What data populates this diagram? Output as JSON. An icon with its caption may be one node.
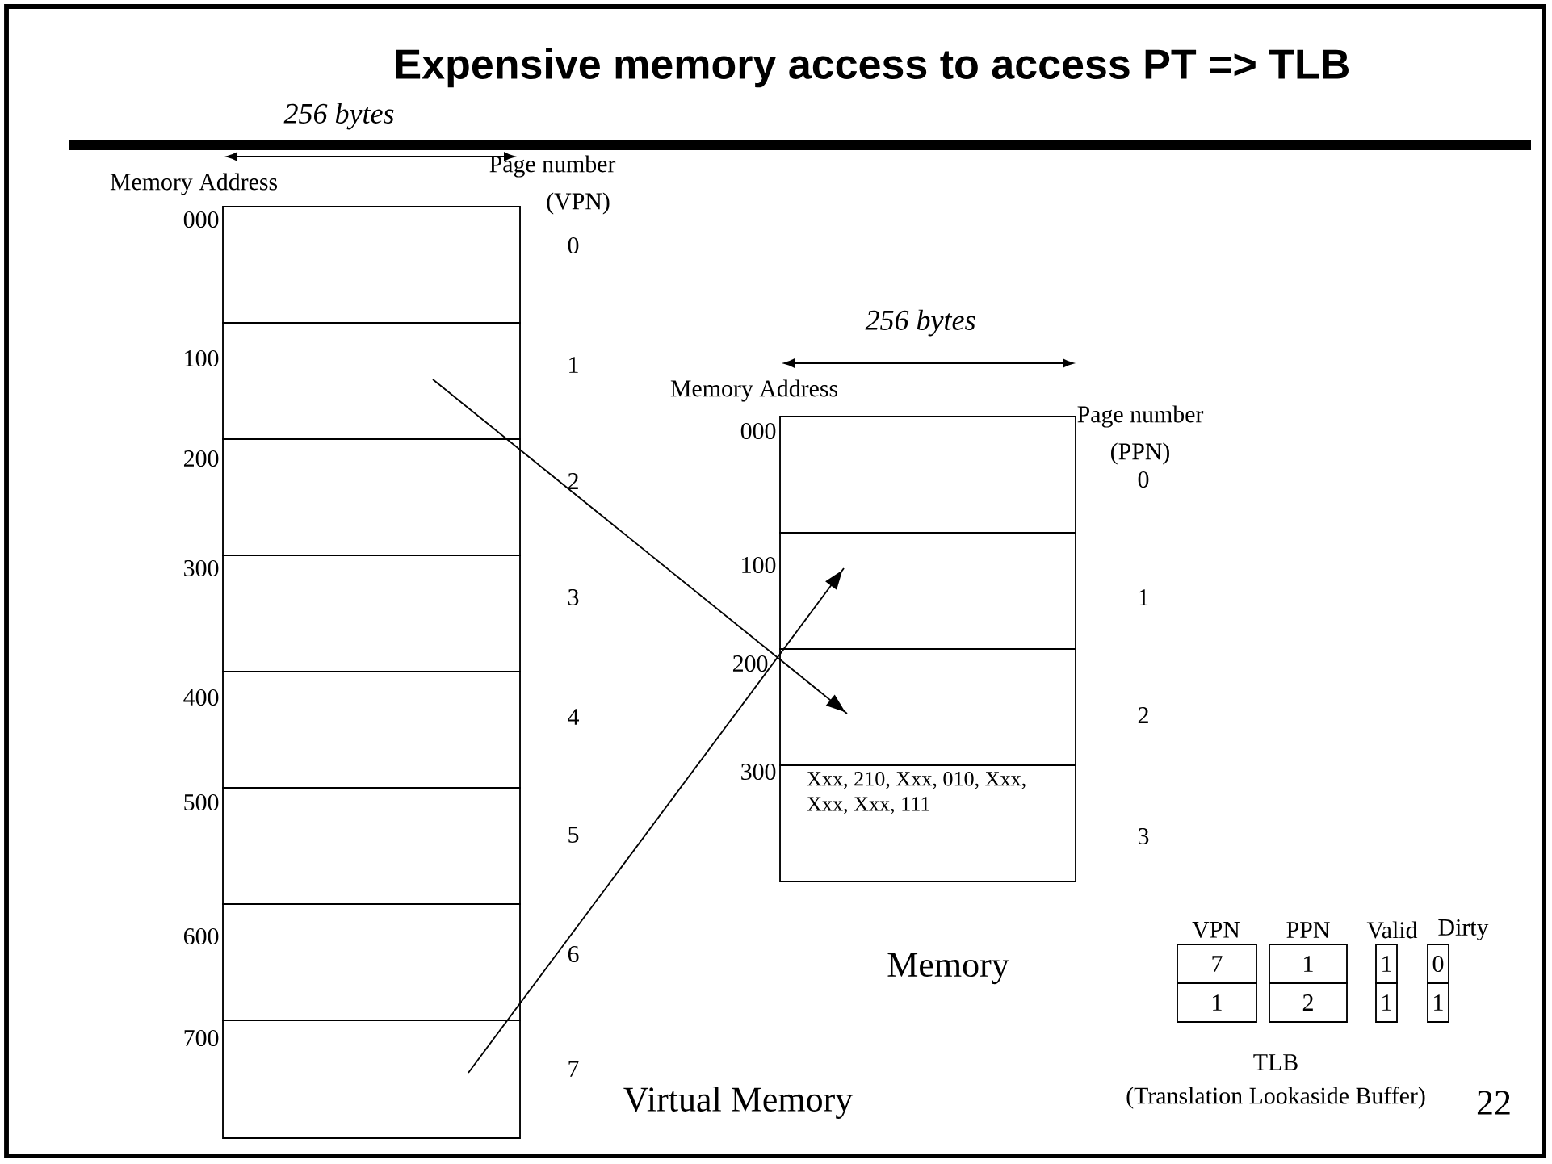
{
  "diagram": {
    "title": "Expensive memory access to access PT => TLB",
    "nodes": [
      {
        "text": [],
        "shape": "box"
      },
      {
        "text": [],
        "shape": "box"
      },
      {
        "text": [],
        "shape": "box"
      },
      {
        "text": [],
        "shape": "box"
      },
      {
        "text": [],
        "shape": "box"
      },
      {
        "text": [],
        "shape": "box"
      },
      {
        "text": [],
        "shape": "box"
      },
      {
        "text": [],
        "shape": "box"
      },
      {
        "text": [],
        "shape": "box"
      },
      {
        "text": [],
        "shape": "box"
      },
      {
        "text": [],
        "shape": "box"
      },
      {
        "text": [
          "Xxx, 210, Xxx, 010, Xxx, Xxx, Xxx, 111"
        ]
      },
      {
        "text": [
          "7"
        ]
      },
      {
        "text": [
          "1"
        ]
      },
      {
        "text": [
          "1"
        ]
      },
      {
        "text": [
          "0"
        ]
      },
      {
        "text": [
          "1"
        ]
      },
      {
        "text": [
          "2"
        ]
      },
      {
        "text": [
          "1"
        ]
      },
      {
        "text": [
          "1"
        ]
      }
    ],
    "edges": [
      {
        "from": 1,
        "to": 10,
        "arrow": "to"
      },
      {
        "from": 7,
        "to": 9,
        "arrow": "to"
      }
    ],
    "labels": [
      "256 bytes",
      "Memory Address",
      "Page number",
      "(VPN)",
      "000",
      "100",
      "200",
      "300",
      "400",
      "500",
      "600",
      "700",
      "0",
      "1",
      "2",
      "3",
      "4",
      "5",
      "6",
      "7",
      "Virtual Memory",
      "256 bytes",
      "Memory Address",
      "Page number",
      "(PPN)",
      "000",
      "100",
      "200",
      "300",
      "0",
      "1",
      "2",
      "3",
      "Memory",
      "VPN",
      "PPN",
      "Valid",
      "Dirty",
      "TLB",
      "(Translation Lookaside Buffer)",
      "22"
    ]
  }
}
